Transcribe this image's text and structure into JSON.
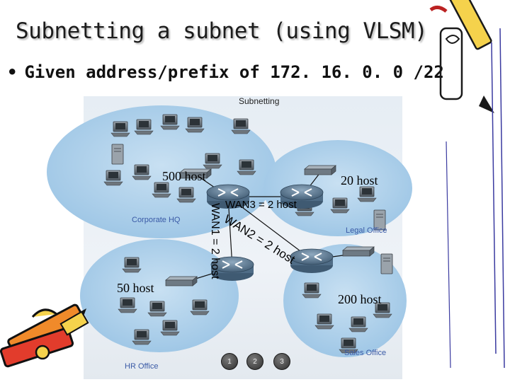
{
  "slide": {
    "title": "Subnetting a subnet (using VLSM)",
    "bullet": "Given address/prefix of 172. 16. 0. 0 /22"
  },
  "diagram": {
    "header": "Subnetting",
    "sites": {
      "corporate_hq": {
        "label": "Corporate HQ",
        "hosts": "500 host"
      },
      "legal_office": {
        "label": "Legal Office",
        "hosts": "20 host"
      },
      "hr_office": {
        "label": "HR Office",
        "hosts": "50 host"
      },
      "sales_office": {
        "label": "Sales Office",
        "hosts": "200 host"
      }
    },
    "wan_links": {
      "wan1": "WAN1 = 2 host",
      "wan2": "WAN2 = 2 host",
      "wan3": "WAN3 = 2 host"
    },
    "pager": [
      "1",
      "2",
      "3"
    ]
  },
  "colors": {
    "bubble": "#aecfe9",
    "panel": "#e8eef4",
    "title_shadow": "#b9b9b9",
    "site_label": "#3a5aa6"
  },
  "decorations": [
    "pencil-clipart",
    "notepad-clipart"
  ]
}
